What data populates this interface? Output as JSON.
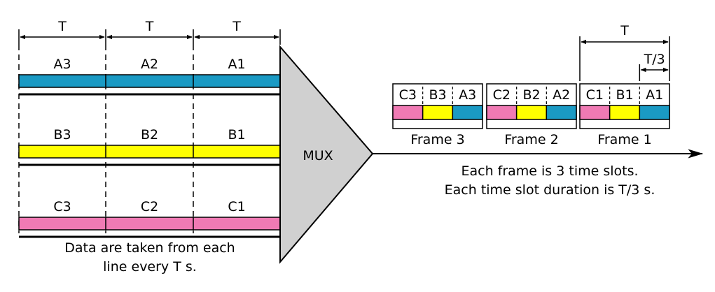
{
  "colors": {
    "a": "#1a9ac4",
    "b": "#ffff00",
    "c": "#f07ab4",
    "mux_fill": "#d0d0d0",
    "line": "#000000"
  },
  "period_label": "T",
  "subperiod_label": "T/3",
  "lines": [
    {
      "color_key": "a",
      "slots": [
        "A3",
        "A2",
        "A1"
      ]
    },
    {
      "color_key": "b",
      "slots": [
        "B3",
        "B2",
        "B1"
      ]
    },
    {
      "color_key": "c",
      "slots": [
        "C3",
        "C2",
        "C1"
      ]
    }
  ],
  "input_caption": [
    "Data are taken from each",
    "line every T s."
  ],
  "mux_label": "MUX",
  "frames": [
    {
      "label": "Frame 3",
      "slots": [
        "C3",
        "B3",
        "A3"
      ],
      "colors": [
        "c",
        "b",
        "a"
      ]
    },
    {
      "label": "Frame 2",
      "slots": [
        "C2",
        "B2",
        "A2"
      ],
      "colors": [
        "c",
        "b",
        "a"
      ]
    },
    {
      "label": "Frame 1",
      "slots": [
        "C1",
        "B1",
        "A1"
      ],
      "colors": [
        "c",
        "b",
        "a"
      ]
    }
  ],
  "output_caption": [
    "Each frame is 3 time slots.",
    "Each time slot duration is T/3 s."
  ]
}
